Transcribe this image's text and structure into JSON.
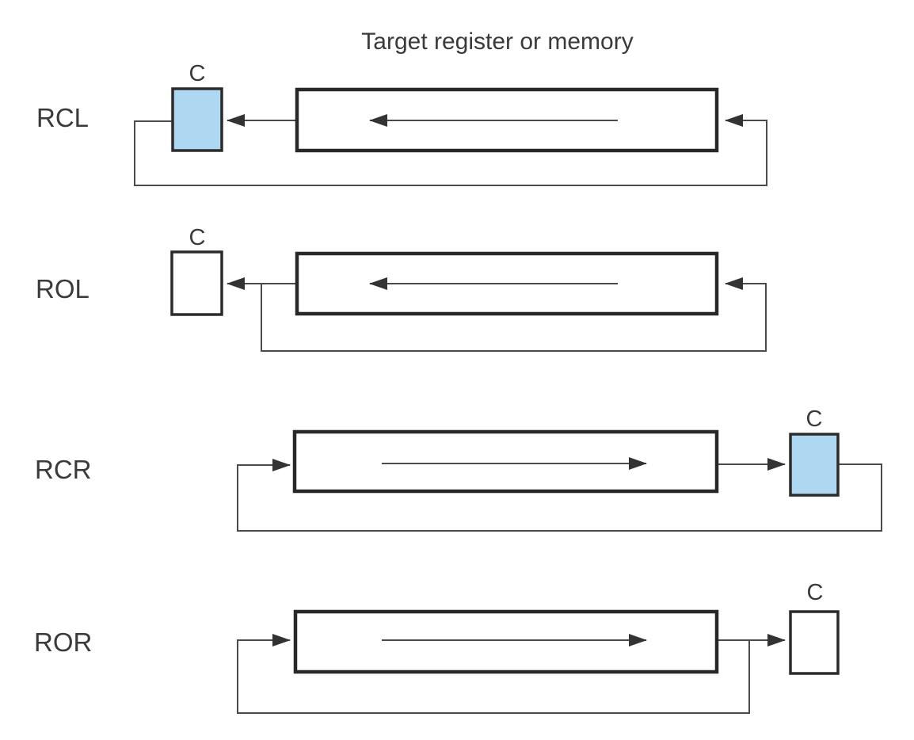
{
  "title": "Target register or memory",
  "colors": {
    "background": "#ffffff",
    "line": "#4a4a4a",
    "box_border": "#2b2b2b",
    "text": "#3a3a3a",
    "carry_filled": "#aed8f2",
    "carry_empty": "#ffffff"
  },
  "rows": [
    {
      "label": "RCL",
      "carry_label": "C",
      "carry_position": "left",
      "carry_filled": true,
      "shift_direction": "left"
    },
    {
      "label": "ROL",
      "carry_label": "C",
      "carry_position": "left",
      "carry_filled": false,
      "shift_direction": "left"
    },
    {
      "label": "RCR",
      "carry_label": "C",
      "carry_position": "right",
      "carry_filled": true,
      "shift_direction": "right"
    },
    {
      "label": "ROR",
      "carry_label": "C",
      "carry_position": "right",
      "carry_filled": false,
      "shift_direction": "right"
    }
  ]
}
